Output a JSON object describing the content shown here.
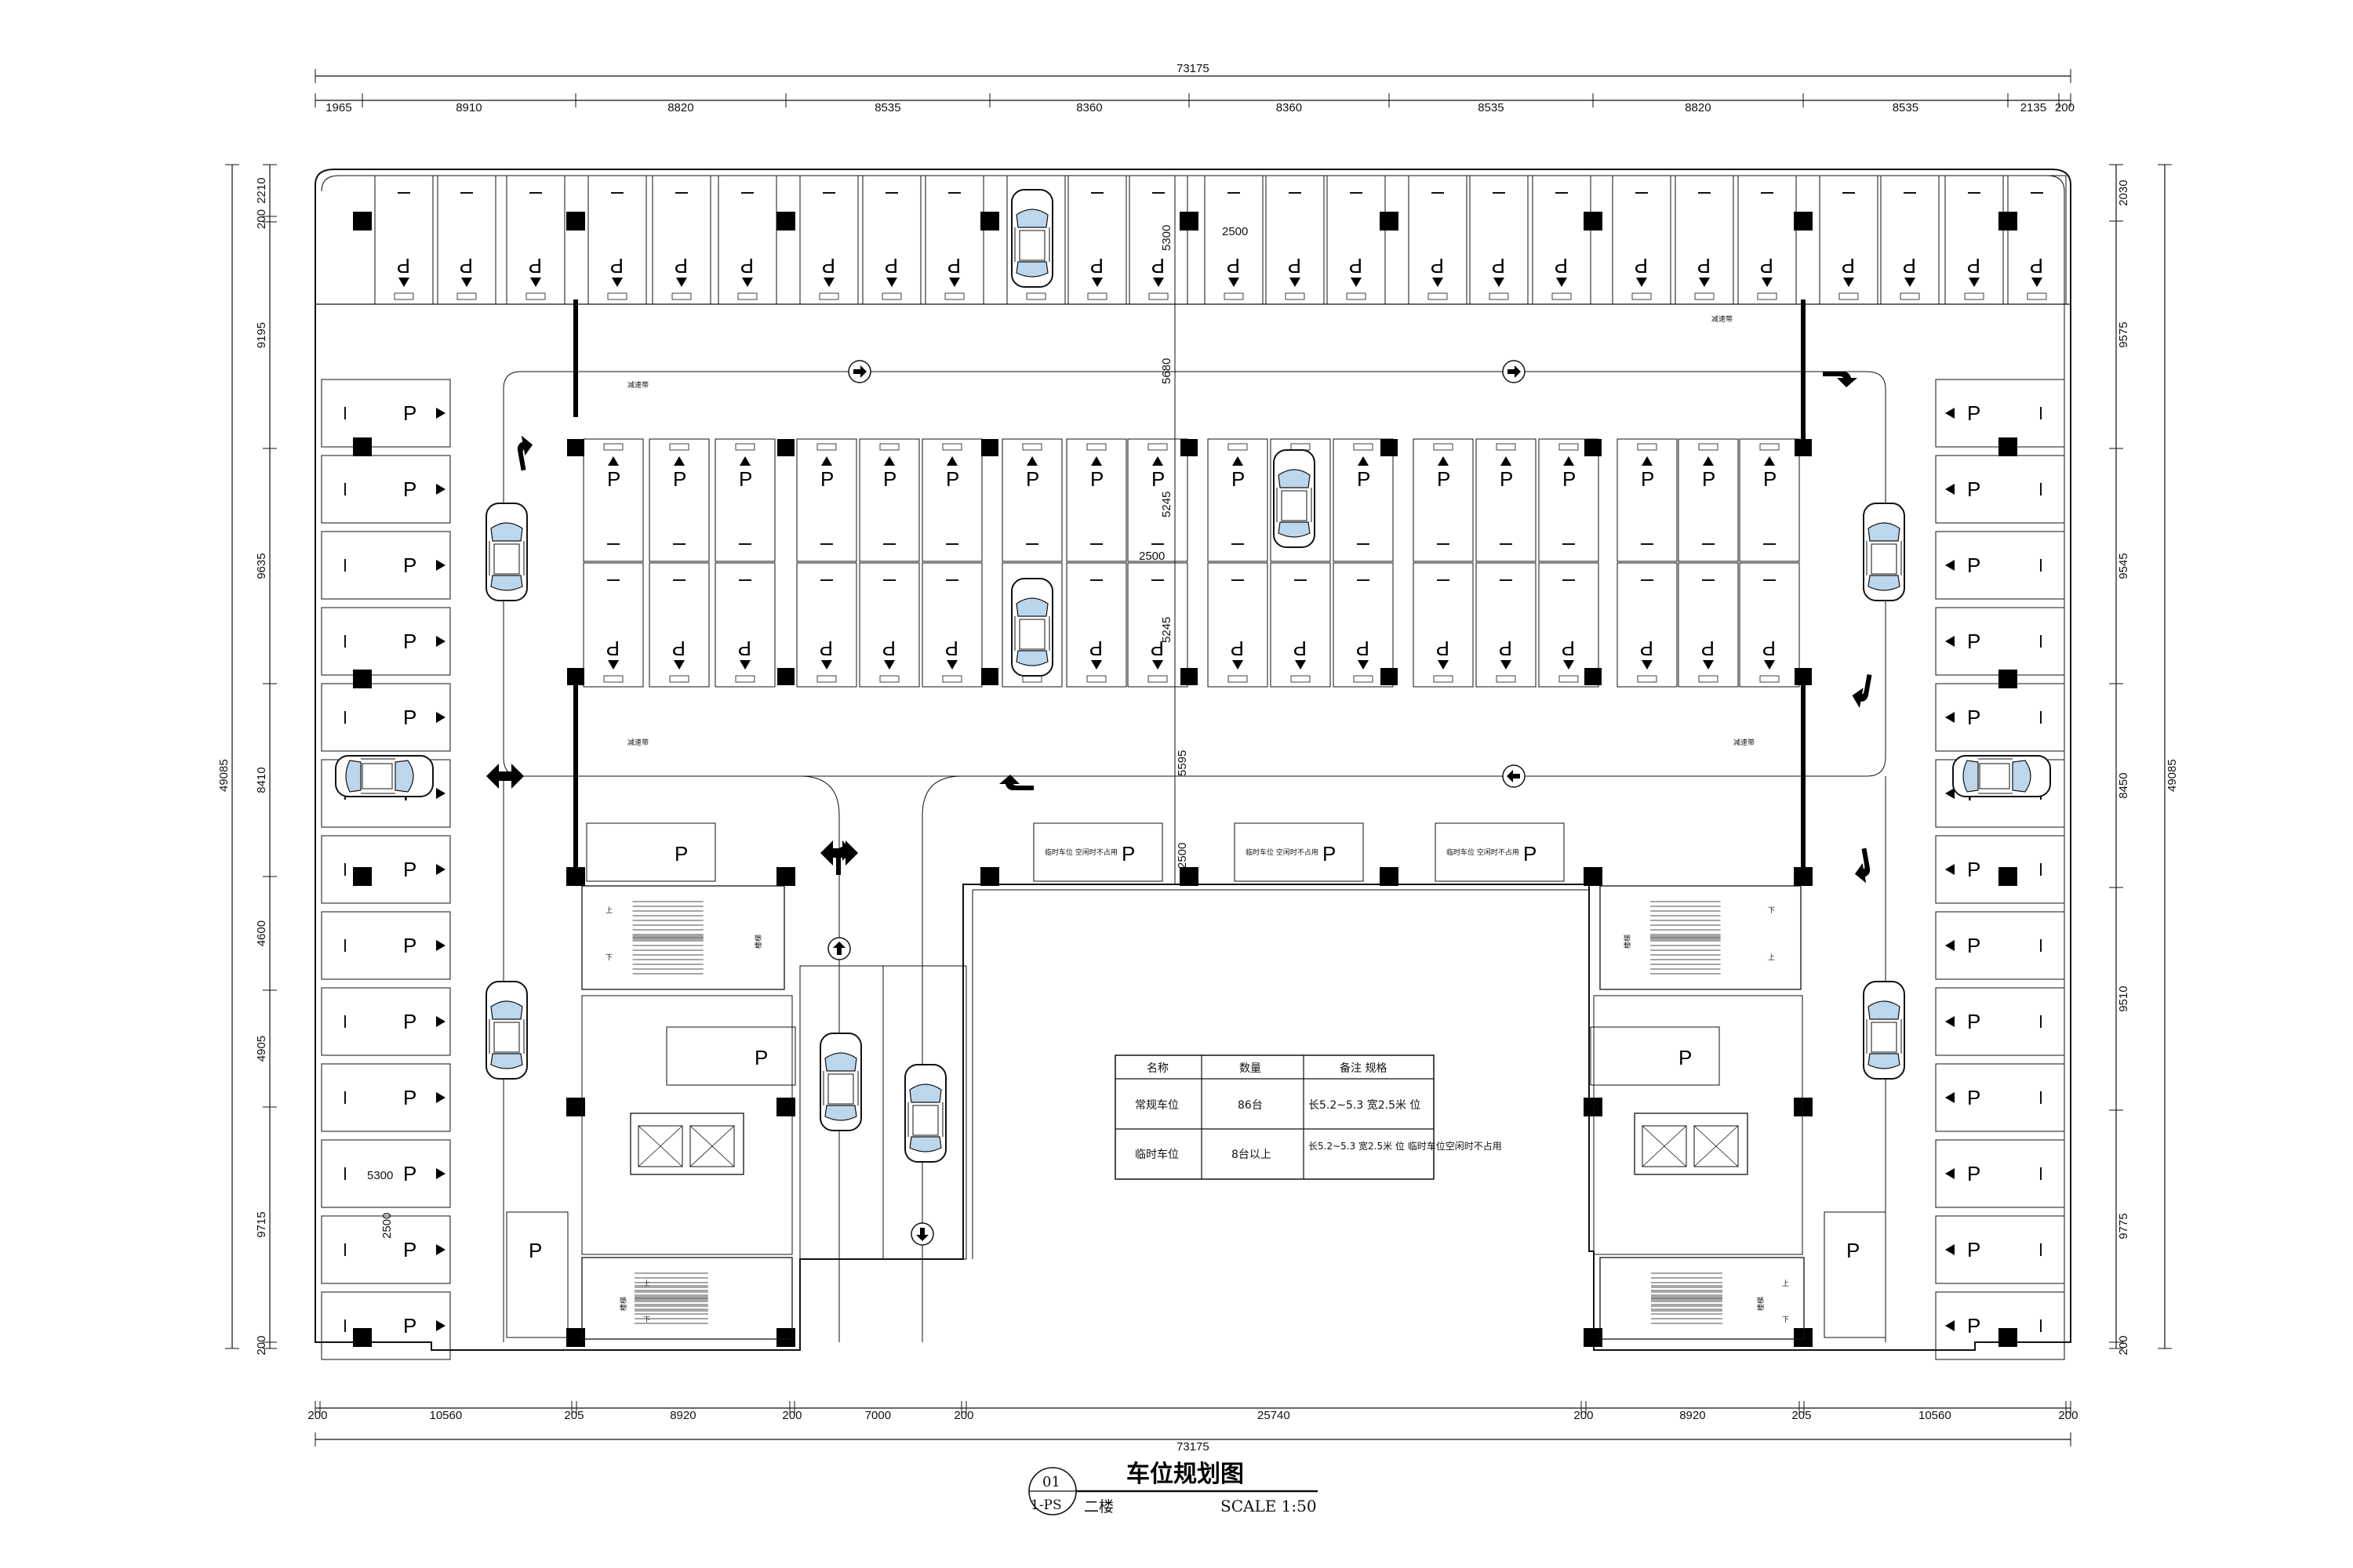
{
  "dimensions": {
    "overall": "73175",
    "top": [
      "1965",
      "8910",
      "8820",
      "8535",
      "8360",
      "8360",
      "8535",
      "8820",
      "8535",
      "2135",
      "200"
    ],
    "top_small": "200",
    "bottom": [
      "200",
      "10560",
      "205",
      "8920",
      "200",
      "7000",
      "200",
      "25740",
      "200",
      "8920",
      "205",
      "10560",
      "200"
    ],
    "left": [
      "2210",
      "200",
      "9195",
      "9635",
      "8410",
      "4600",
      "4905",
      "9715",
      "200"
    ],
    "left_total": "49085",
    "right": [
      "2030",
      "9575",
      "9545",
      "8450",
      "9510",
      "9775",
      "200"
    ],
    "right_total": "49085",
    "inner": {
      "d5300": "5300",
      "d2500a": "2500",
      "d5680": "5680",
      "d5245a": "5245",
      "d2500b": "2500",
      "d5245b": "5245",
      "d5595": "5595",
      "d2500c": "2500",
      "d5300b": "5300",
      "d2500d": "2500"
    }
  },
  "labels": {
    "parking_glyph": "P",
    "stair_text": "楼梯",
    "stair_up": "上",
    "stair_down": "下",
    "slow_sign": "减速带",
    "temp_note": "临时车位 空闲时不占用"
  },
  "legend": {
    "headers": [
      "名称",
      "数量",
      "备注 规格"
    ],
    "rows": [
      {
        "name": "常规车位",
        "qty": "86台",
        "note": "长5.2~5.3 宽2.5米 位"
      },
      {
        "name": "临时车位",
        "qty": "8台以上",
        "note": "长5.2~5.3 宽2.5米 位 临时车位空闲时不占用"
      }
    ]
  },
  "title_block": {
    "number": "01",
    "sheet": "1-PS",
    "title": "车位规划图",
    "floor": "二楼",
    "scale": "SCALE 1:50"
  }
}
